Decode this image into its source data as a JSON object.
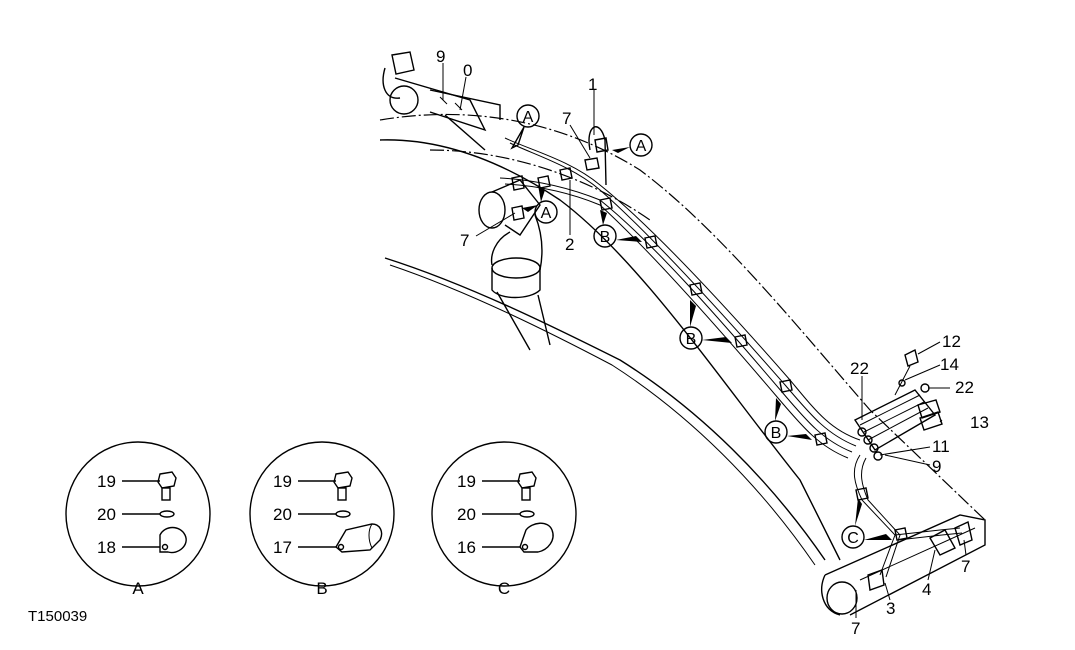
{
  "figure_id": "T150039",
  "callouts": {
    "c9_top": "9",
    "c0_top": "0",
    "c1": "1",
    "c7_upper": "7",
    "c7_left": "7",
    "c2": "2",
    "c12": "12",
    "c14": "14",
    "c22_left": "22",
    "c22_right": "22",
    "c13": "13",
    "c11": "11",
    "c9_right": "9",
    "c3": "3",
    "c4": "4",
    "c7_bottom": "7",
    "c7_right": "7"
  },
  "clamp_markers": {
    "a_top": "A",
    "a_right": "A",
    "a_mid": "A",
    "b_1": "B",
    "b_2": "B",
    "b_3": "B",
    "c_1": "C"
  },
  "details": [
    {
      "letter": "A",
      "bolt": "19",
      "washer": "20",
      "clamp": "18"
    },
    {
      "letter": "B",
      "bolt": "19",
      "washer": "20",
      "clamp": "17"
    },
    {
      "letter": "C",
      "bolt": "19",
      "washer": "20",
      "clamp": "16"
    }
  ]
}
